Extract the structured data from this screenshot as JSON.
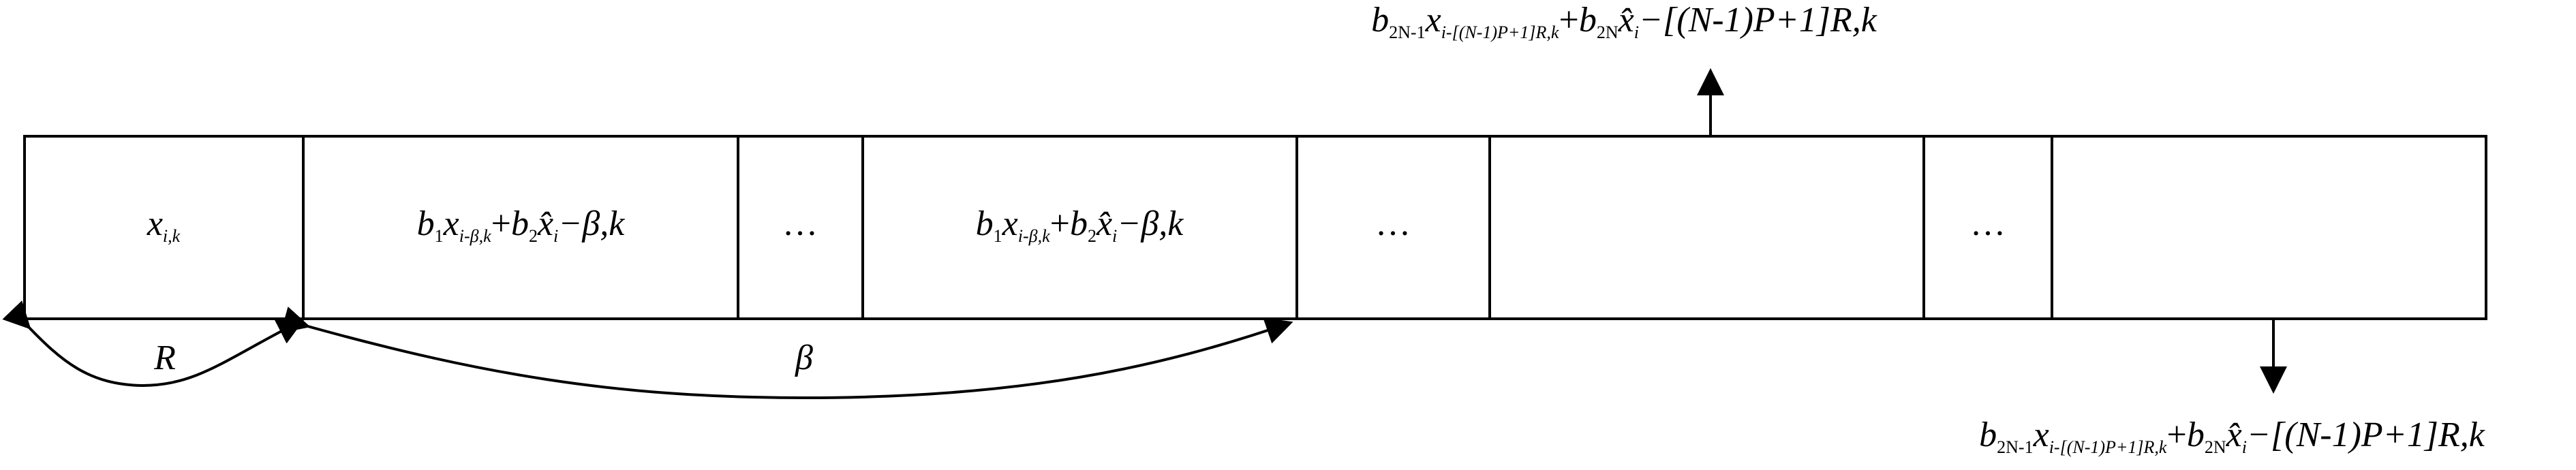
{
  "cells": [
    {
      "id": "c1",
      "label": "x_{i,k}"
    },
    {
      "id": "c2",
      "label": "b1 x_{i-β,k} + b2 x̂_i - β,k"
    },
    {
      "id": "c3",
      "label": "…"
    },
    {
      "id": "c4",
      "label": "b1 x_{i-β,k} + b2 x̂_i - β,k"
    },
    {
      "id": "c5",
      "label": "…"
    },
    {
      "id": "c6",
      "label": ""
    },
    {
      "id": "c7",
      "label": "…"
    },
    {
      "id": "c8",
      "label": ""
    }
  ],
  "labels": {
    "R": "R",
    "beta": "β",
    "ellipsis": "…"
  },
  "formulas": {
    "top": "b_{2N-1} x_{i-[(N-1)P+1]R,k} + b_{2N} x̂_i - [(N-1)P+1]R,k",
    "bottom": "b_{2N-1} x_{i-[(N-1)P+1]R,k} + b_{2N} x̂_i - [(N-1)P+1]R,k"
  },
  "colors": {
    "stroke": "#000000",
    "background": "#ffffff"
  }
}
